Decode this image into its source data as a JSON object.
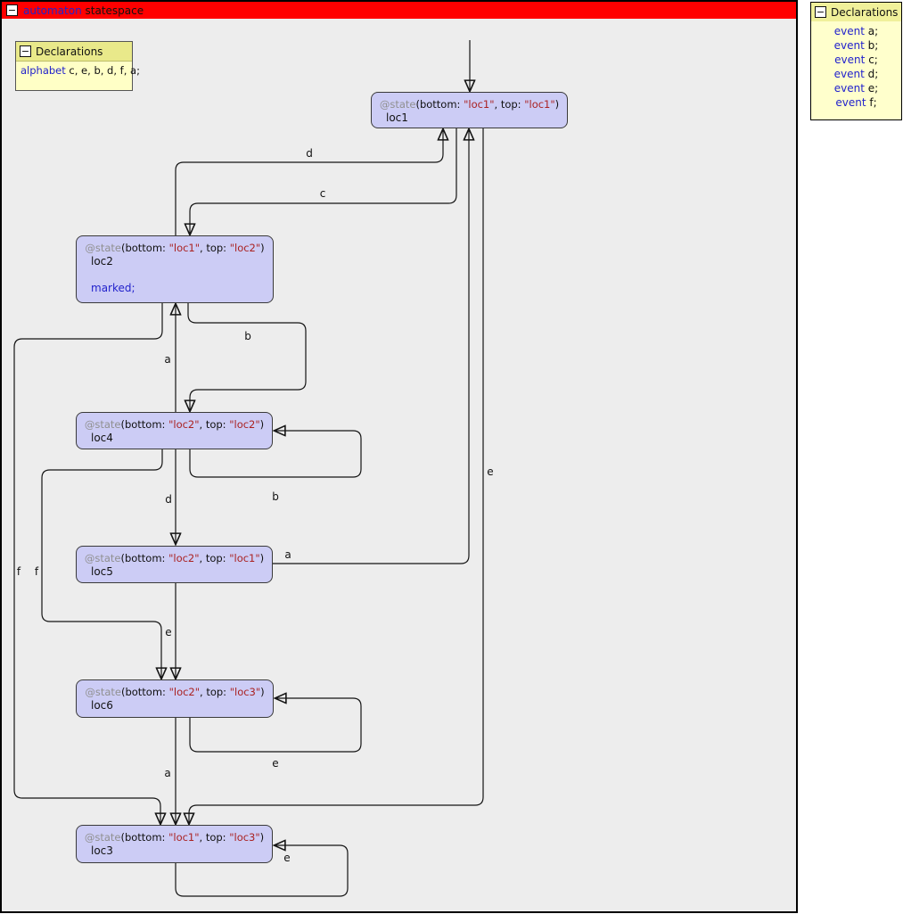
{
  "window": {
    "title_keyword": "automaton",
    "title_name": "statespace",
    "minus": "−"
  },
  "alphabet_box": {
    "header": "Declarations",
    "keyword": "alphabet",
    "value": "c, e, b, d, f, a;"
  },
  "declarations_panel": {
    "header": "Declarations",
    "events": [
      {
        "keyword": "event",
        "name": "a;"
      },
      {
        "keyword": "event",
        "name": "b;"
      },
      {
        "keyword": "event",
        "name": "c;"
      },
      {
        "keyword": "event",
        "name": "d;"
      },
      {
        "keyword": "event",
        "name": "e;"
      },
      {
        "keyword": "event",
        "name": "f;"
      }
    ]
  },
  "initial_state": "loc1",
  "states": [
    {
      "prefix": "@state",
      "args_open": "(bottom: ",
      "bottom": "\"loc1\"",
      "args_mid": ", top: ",
      "top": "\"loc1\"",
      "args_close": ")",
      "name": "loc1",
      "marked": ""
    },
    {
      "prefix": "@state",
      "args_open": "(bottom: ",
      "bottom": "\"loc1\"",
      "args_mid": ", top: ",
      "top": "\"loc2\"",
      "args_close": ")",
      "name": "loc2",
      "marked": "marked;"
    },
    {
      "prefix": "@state",
      "args_open": "(bottom: ",
      "bottom": "\"loc2\"",
      "args_mid": ", top: ",
      "top": "\"loc2\"",
      "args_close": ")",
      "name": "loc4",
      "marked": ""
    },
    {
      "prefix": "@state",
      "args_open": "(bottom: ",
      "bottom": "\"loc2\"",
      "args_mid": ", top: ",
      "top": "\"loc1\"",
      "args_close": ")",
      "name": "loc5",
      "marked": ""
    },
    {
      "prefix": "@state",
      "args_open": "(bottom: ",
      "bottom": "\"loc2\"",
      "args_mid": ", top: ",
      "top": "\"loc3\"",
      "args_close": ")",
      "name": "loc6",
      "marked": ""
    },
    {
      "prefix": "@state",
      "args_open": "(bottom: ",
      "bottom": "\"loc1\"",
      "args_mid": ", top: ",
      "top": "\"loc3\"",
      "args_close": ")",
      "name": "loc3",
      "marked": ""
    }
  ],
  "edges": [
    {
      "event": "d",
      "from": "loc2",
      "to": "loc1"
    },
    {
      "event": "c",
      "from": "loc1",
      "to": "loc2"
    },
    {
      "event": "a",
      "from": "loc4",
      "to": "loc2"
    },
    {
      "event": "b",
      "from": "loc2",
      "to": "loc4"
    },
    {
      "event": "f",
      "from": "loc2",
      "to": "loc3"
    },
    {
      "event": "f",
      "from": "loc4",
      "to": "loc6"
    },
    {
      "event": "b",
      "from": "loc4",
      "to": "loc4"
    },
    {
      "event": "d",
      "from": "loc4",
      "to": "loc5"
    },
    {
      "event": "a",
      "from": "loc5",
      "to": "loc1"
    },
    {
      "event": "e",
      "from": "loc1",
      "to": "loc3"
    },
    {
      "event": "e",
      "from": "loc5",
      "to": "loc6"
    },
    {
      "event": "e",
      "from": "loc6",
      "to": "loc6"
    },
    {
      "event": "a",
      "from": "loc6",
      "to": "loc3"
    },
    {
      "event": "e",
      "from": "loc3",
      "to": "loc3"
    }
  ],
  "colors": {
    "titlebar": "#ff0000",
    "canvas": "#ededed",
    "state_fill": "#ccccf5",
    "declaration_fill": "#ffffcc",
    "keyword_blue": "#2222cc",
    "string_red": "#aa2222",
    "annotation_gray": "#909090"
  }
}
